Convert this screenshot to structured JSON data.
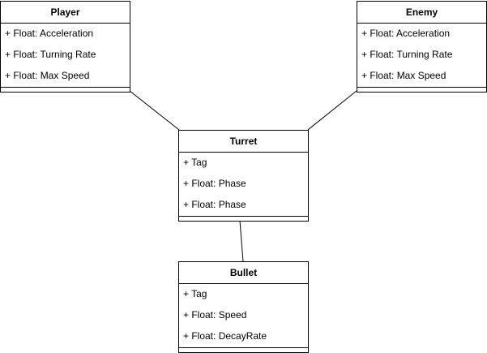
{
  "classes": {
    "player": {
      "name": "Player",
      "attributes": [
        "+ Float: Acceleration",
        "+ Float: Turning Rate",
        "+ Float: Max Speed"
      ]
    },
    "enemy": {
      "name": "Enemy",
      "attributes": [
        "+ Float: Acceleration",
        "+ Float: Turning Rate",
        "+ Float: Max Speed"
      ]
    },
    "turret": {
      "name": "Turret",
      "attributes": [
        "+ Tag",
        "+ Float: Phase",
        "+ Float: Phase"
      ]
    },
    "bullet": {
      "name": "Bullet",
      "attributes": [
        "+ Tag",
        "+ Float: Speed",
        "+ Float: DecayRate"
      ]
    }
  },
  "associations": [
    {
      "from": "player",
      "to": "turret"
    },
    {
      "from": "enemy",
      "to": "turret"
    },
    {
      "from": "turret",
      "to": "bullet"
    }
  ]
}
